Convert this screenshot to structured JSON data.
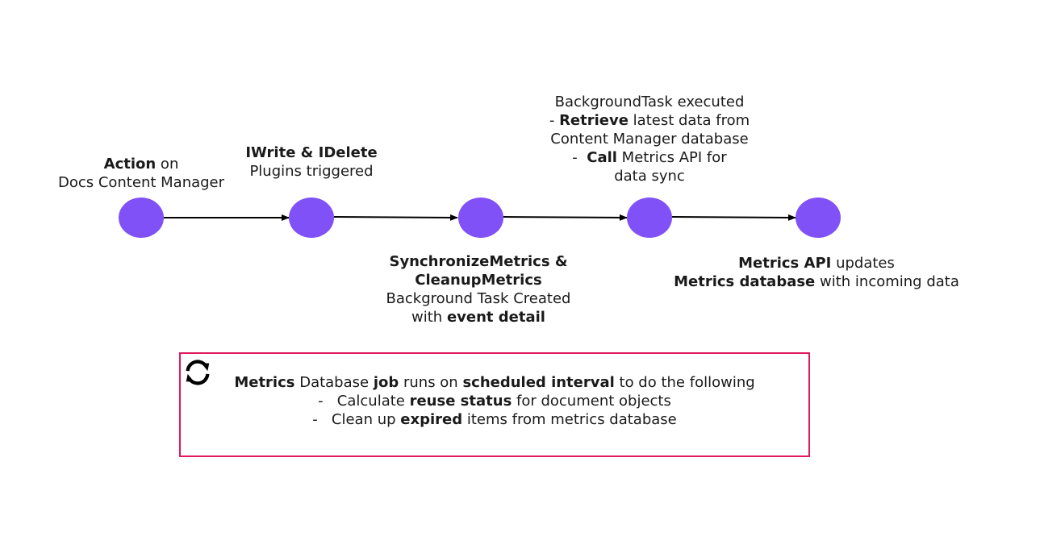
{
  "colors": {
    "node": "#8051f7",
    "arrow": "#000000",
    "box_border": "#e0195a"
  },
  "steps": [
    {
      "lines": [
        [
          {
            "t": "Action",
            "b": true
          },
          {
            "t": " on",
            "b": false
          }
        ],
        [
          {
            "t": "Docs Content Manager",
            "b": false
          }
        ]
      ]
    },
    {
      "lines": [
        [
          {
            "t": "IWrite & IDelete",
            "b": true
          }
        ],
        [
          {
            "t": "Plugins triggered",
            "b": false
          }
        ]
      ]
    },
    {
      "lines": [
        [
          {
            "t": "SynchronizeMetrics &",
            "b": true
          }
        ],
        [
          {
            "t": "CleanupMetrics",
            "b": true
          }
        ],
        [
          {
            "t": "Background Task Created",
            "b": false
          }
        ],
        [
          {
            "t": "with ",
            "b": false
          },
          {
            "t": "event detail",
            "b": true
          }
        ]
      ]
    },
    {
      "lines": [
        [
          {
            "t": "BackgroundTask executed",
            "b": false
          }
        ],
        [
          {
            "t": "- ",
            "b": false
          },
          {
            "t": "Retrieve",
            "b": true
          },
          {
            "t": " latest data from",
            "b": false
          }
        ],
        [
          {
            "t": "Content Manager database",
            "b": false
          }
        ],
        [
          {
            "t": "-  ",
            "b": false
          },
          {
            "t": "Call",
            "b": true
          },
          {
            "t": " Metrics API for",
            "b": false
          }
        ],
        [
          {
            "t": "data sync",
            "b": false
          }
        ]
      ]
    },
    {
      "lines": [
        [
          {
            "t": "Metrics API",
            "b": true
          },
          {
            "t": " updates",
            "b": false
          }
        ],
        [
          {
            "t": "Metrics database",
            "b": true
          },
          {
            "t": " with incoming data",
            "b": false
          }
        ]
      ]
    }
  ],
  "job": {
    "icon": "sync-icon",
    "lines": [
      [
        {
          "t": "Metrics",
          "b": true
        },
        {
          "t": " Database ",
          "b": false
        },
        {
          "t": "job",
          "b": true
        },
        {
          "t": " runs on ",
          "b": false
        },
        {
          "t": "scheduled interval",
          "b": true
        },
        {
          "t": " to do the following",
          "b": false
        }
      ],
      [
        {
          "t": "-   Calculate ",
          "b": false
        },
        {
          "t": "reuse status",
          "b": true
        },
        {
          "t": " for document objects",
          "b": false
        }
      ],
      [
        {
          "t": "-   Clean up ",
          "b": false
        },
        {
          "t": "expired",
          "b": true
        },
        {
          "t": " items from metrics database",
          "b": false
        }
      ]
    ]
  }
}
